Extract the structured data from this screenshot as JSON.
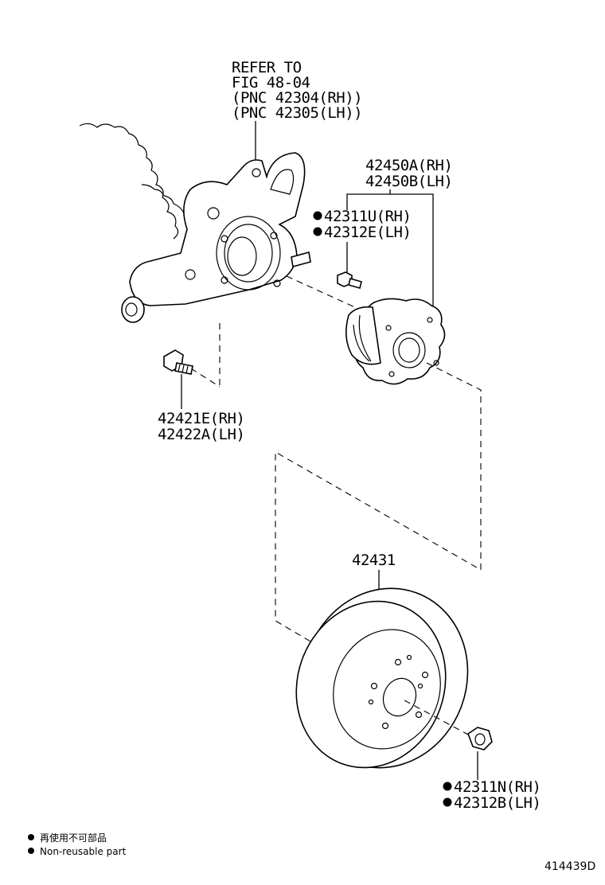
{
  "labels": {
    "refer_line1": "REFER TO",
    "refer_line2": "FIG 48-04",
    "refer_line3": "(PNC 42304(RH))",
    "refer_line4": "(PNC 42305(LH))",
    "hub_rh": "42450A(RH)",
    "hub_lh": "42450B(LH)",
    "hub_bolt_rh": "42311U(RH)",
    "hub_bolt_lh": "42312E(LH)",
    "knuckle_bolt_rh": "42421E(RH)",
    "knuckle_bolt_lh": "42422A(LH)",
    "disc": "42431",
    "nut_rh": "42311N(RH)",
    "nut_lh": "42312B(LH)"
  },
  "legend": {
    "japanese": "再使用不可部品",
    "english": "Non-reusable part"
  },
  "figure_number": "414439D"
}
